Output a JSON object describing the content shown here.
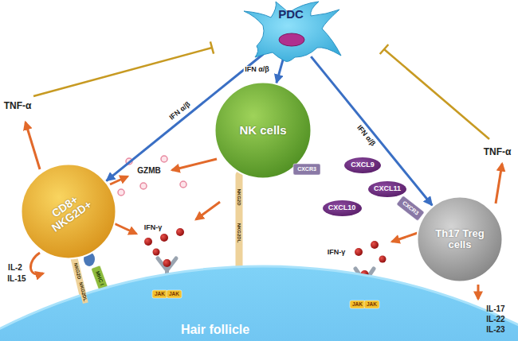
{
  "diagram": {
    "nodes": [
      {
        "text": [
          "PDC"
        ]
      },
      {
        "text": [
          "CD8+ NKG2D+"
        ]
      },
      {
        "text": [
          "NK cells"
        ]
      },
      {
        "text": [
          "CXCR3"
        ]
      },
      {
        "text": [
          "CXCL9"
        ]
      },
      {
        "text": [
          "CXCL11"
        ]
      },
      {
        "text": [
          "CXCL10"
        ]
      },
      {
        "text": [
          "CXCR3"
        ]
      },
      {
        "text": [
          "Th17 Treg cells"
        ]
      },
      {
        "text": [
          "MHC I"
        ]
      },
      {
        "text": [
          "Hair follicle"
        ]
      },
      {
        "text": [
          "JAK"
        ],
        "in": 10
      },
      {
        "text": [
          "JAK"
        ],
        "in": 10
      },
      {
        "text": [
          "JAK"
        ],
        "in": 10
      },
      {
        "text": [
          "JAK"
        ],
        "in": 10
      }
    ],
    "edges": [
      {
        "from": 0,
        "to": 1,
        "label": "IFN α/β",
        "arrow": "to"
      },
      {
        "from": 0,
        "to": 2,
        "label": "IFN α/β",
        "arrow": "to"
      },
      {
        "from": 0,
        "to": 8,
        "label": "IFN α/β",
        "arrow": "to"
      }
    ],
    "labels": [
      "TNF-α",
      "GZMB",
      "IFN-γ",
      "IL-2",
      "IL-15",
      "NKG2D",
      "NKG2DL",
      "NKG2D",
      "NKG2DL",
      "IFN-γ",
      "TNF-α",
      "IL-17",
      "IL-22",
      "IL-23"
    ]
  }
}
